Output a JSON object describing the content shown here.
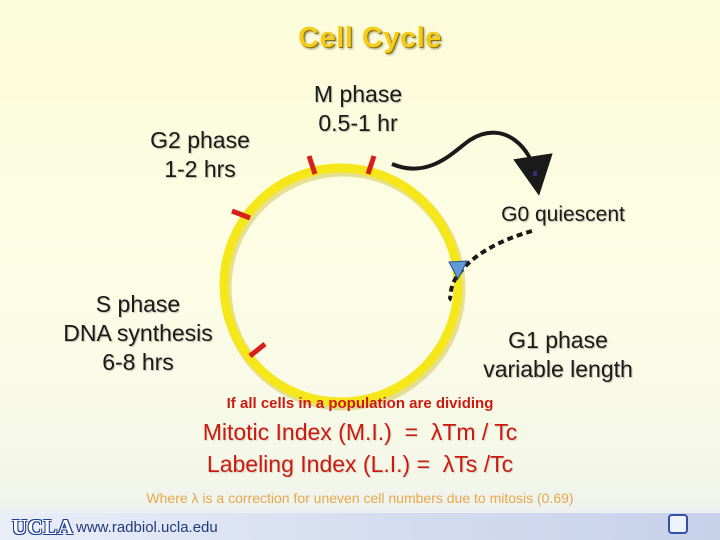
{
  "title": "Cell Cycle",
  "phases": {
    "g2": {
      "line1": "G2 phase",
      "line2": "1-2 hrs"
    },
    "m": {
      "line1": "M phase",
      "line2": "0.5-1 hr"
    },
    "g0": {
      "line1": "G0 quiescent"
    },
    "s": {
      "line1": "S phase",
      "line2": "DNA synthesis",
      "line3": "6-8 hrs"
    },
    "g1": {
      "line1": "G1 phase",
      "line2": "variable length"
    }
  },
  "condition": "If all cells in a population are dividing",
  "formulas": {
    "mitotic_index": "Mitotic Index (M.I.)  =  λTm / Tc",
    "labeling_index": "Labeling Index (L.I.) =  λTs /Tc"
  },
  "note": "Where λ is a correction for uneven cell numbers due to mitosis (0.69)",
  "footer": {
    "logo_text": "UCLA",
    "url": "www.radbiol.ucla.edu"
  },
  "colors": {
    "title": "#f6cc1a",
    "cycle_ring": "#f5e71a",
    "phase_ticks": "#d8201a",
    "formula_text": "#cc1a10",
    "note_text": "#e8a74a",
    "arrow_head": "#5f9ad8"
  }
}
